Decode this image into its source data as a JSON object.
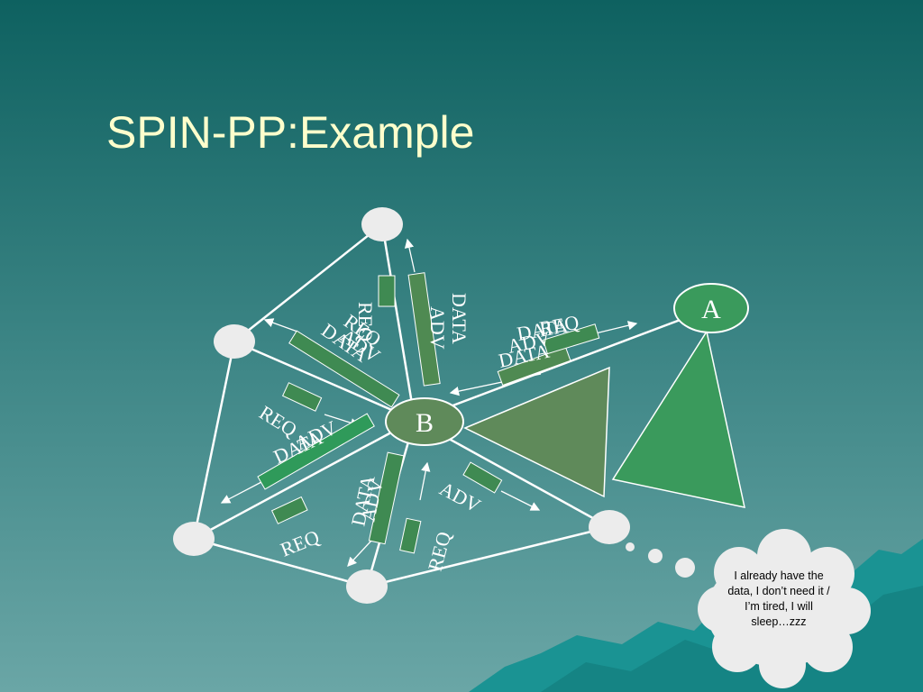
{
  "slide": {
    "title": "SPIN-PP:Example"
  },
  "nodes": {
    "a": "A",
    "b": "B"
  },
  "labels": {
    "top_req": "REQ",
    "top_adv": "ADV",
    "top_data": "DATA",
    "upper_left_data": "DATA",
    "upper_left_adv": "ADV",
    "upper_left_req": "REQ",
    "upper_right_data": "DATA",
    "upper_right_adv": "ADV",
    "upper_right_req": "REQ",
    "upper_right_data2": "DATA",
    "left_req": "REQ",
    "left_adv": "ADV",
    "left_data": "DATA",
    "bottom_left_req": "REQ",
    "bottom_data": "DATA",
    "bottom_adv": "ADV",
    "bottom_right_adv": "ADV",
    "bottom_right_req": "REQ"
  },
  "thought_bubble": {
    "text": "I already have the data, I don’t need it / I’m tired, I will sleep…zzz"
  },
  "colors": {
    "background_top": "#0e6160",
    "background_bottom": "#6aa6a6",
    "title": "#ffffcc",
    "node_fill": "#ececec",
    "node_a_fill": "#3a9a5c",
    "bar_fill": "#3f8a52",
    "bar_alt_fill": "#2f9a5a",
    "big_triangle_fill": "#5f8a5a",
    "a_triangle_fill": "#3a9a5c",
    "mountain": "#1a9393"
  }
}
